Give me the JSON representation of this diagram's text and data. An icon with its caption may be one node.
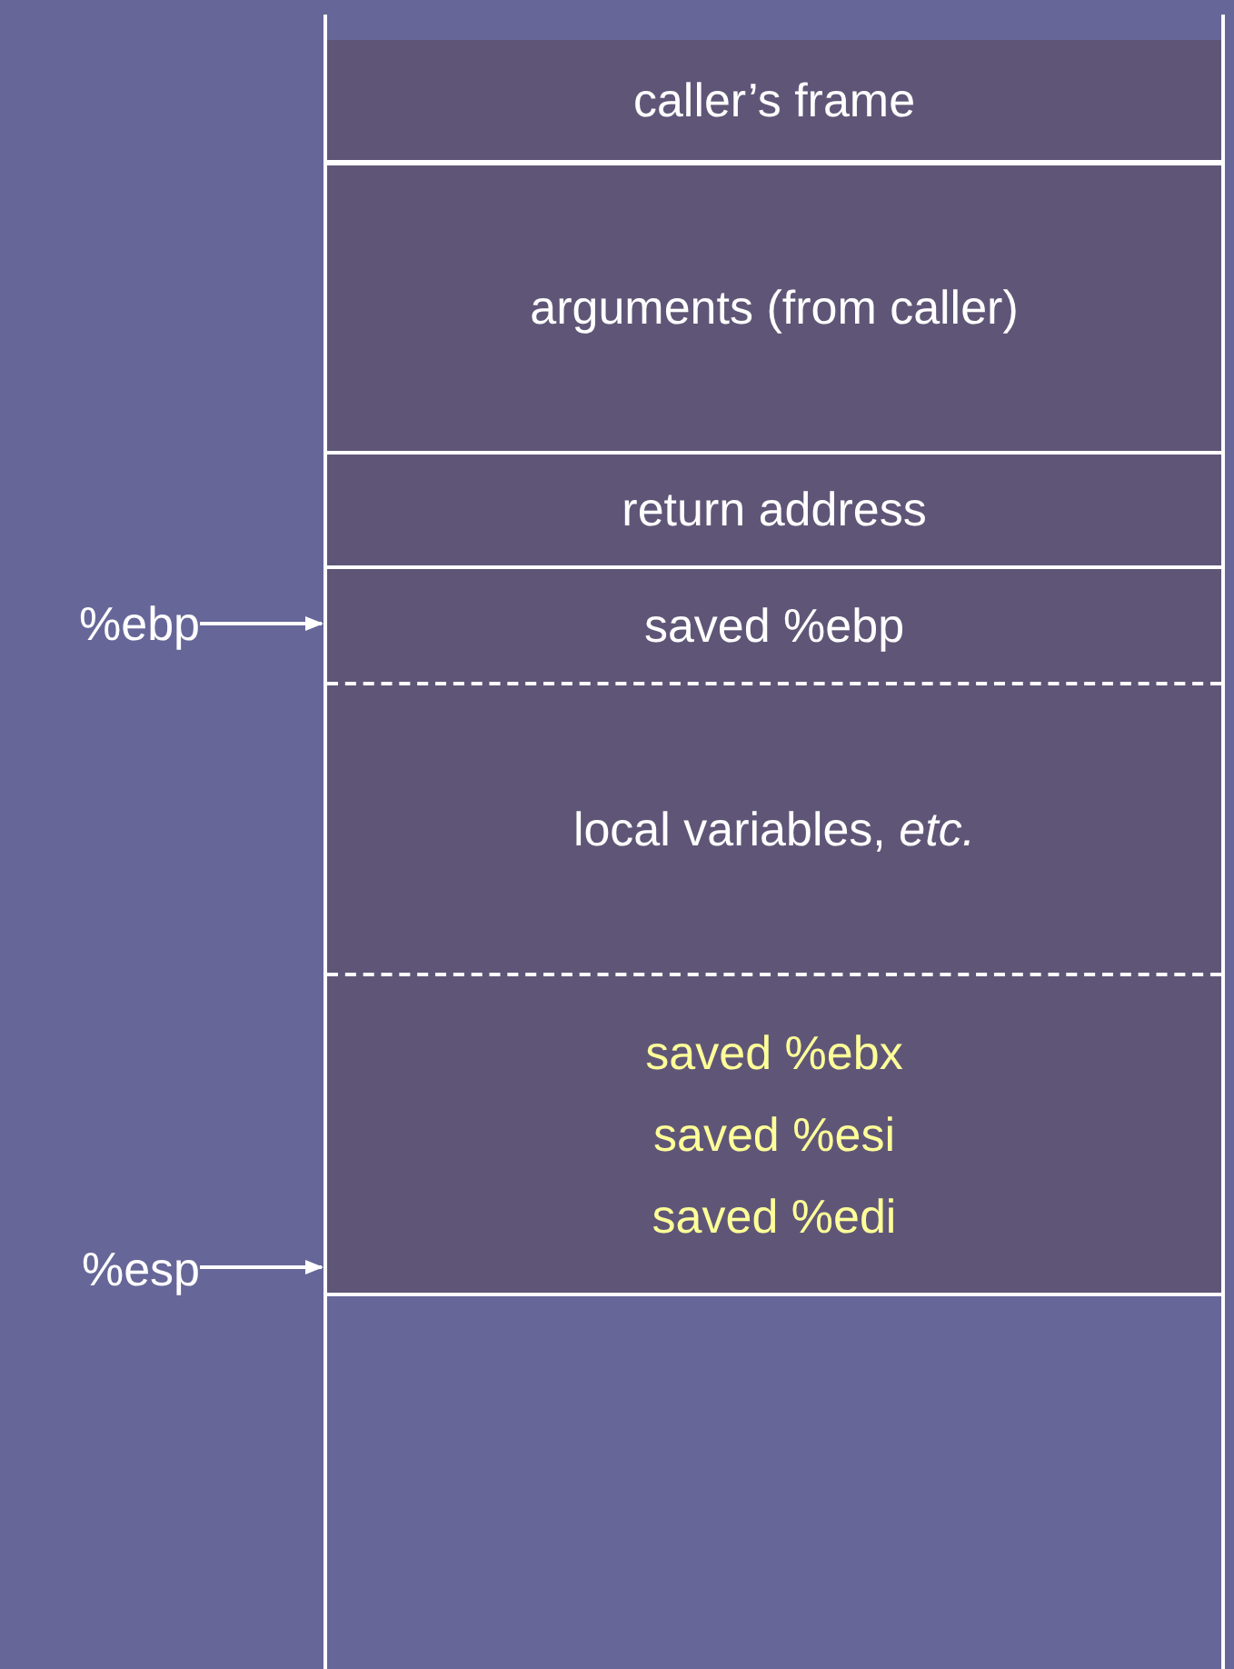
{
  "diagram": {
    "nodes": [
      {
        "text": [],
        "shape": "box"
      },
      {
        "text": [
          "caller’s frame"
        ],
        "in": 0
      },
      {
        "text": [
          "arguments (from caller)"
        ],
        "in": 0
      },
      {
        "text": [
          "return address"
        ],
        "in": 0
      },
      {
        "text": [
          "saved %ebp"
        ],
        "in": 0
      },
      {
        "text": [
          "local variables, *etc.*"
        ],
        "in": 0
      },
      {
        "text": [
          "saved %ebx",
          "saved %esi",
          "saved %edi"
        ],
        "in": 0
      },
      {
        "text": [
          "%ebp"
        ]
      },
      {
        "text": [
          "%esp"
        ]
      }
    ],
    "edges": [
      {
        "from": 7,
        "to": 4,
        "arrow": "to"
      },
      {
        "from": 8,
        "to": 6,
        "arrow": "to"
      }
    ]
  }
}
